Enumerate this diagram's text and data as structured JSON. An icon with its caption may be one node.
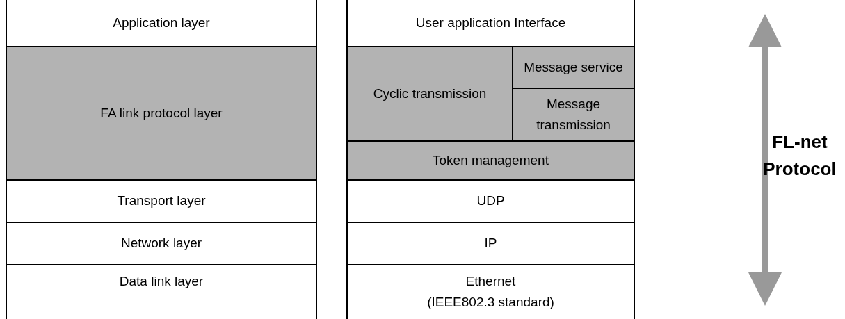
{
  "diagram": {
    "nodes": [
      {
        "text": [
          "Application layer"
        ]
      },
      {
        "text": [
          "FA link protocol layer"
        ]
      },
      {
        "text": [
          "Transport layer"
        ]
      },
      {
        "text": [
          "Network layer"
        ]
      },
      {
        "text": [
          "Data link layer"
        ]
      },
      {
        "text": [
          "User application Interface"
        ]
      },
      {
        "text": [
          "Cyclic transmission"
        ]
      },
      {
        "text": [
          "Message service"
        ]
      },
      {
        "text": [
          "Message transmission"
        ]
      },
      {
        "text": [
          "Token management"
        ]
      },
      {
        "text": [
          "UDP"
        ]
      },
      {
        "text": [
          "IP"
        ]
      },
      {
        "text": [
          "Ethernet",
          "(IEEE802.3 standard)"
        ]
      }
    ],
    "labels": [
      "FL-net Protocol"
    ]
  }
}
